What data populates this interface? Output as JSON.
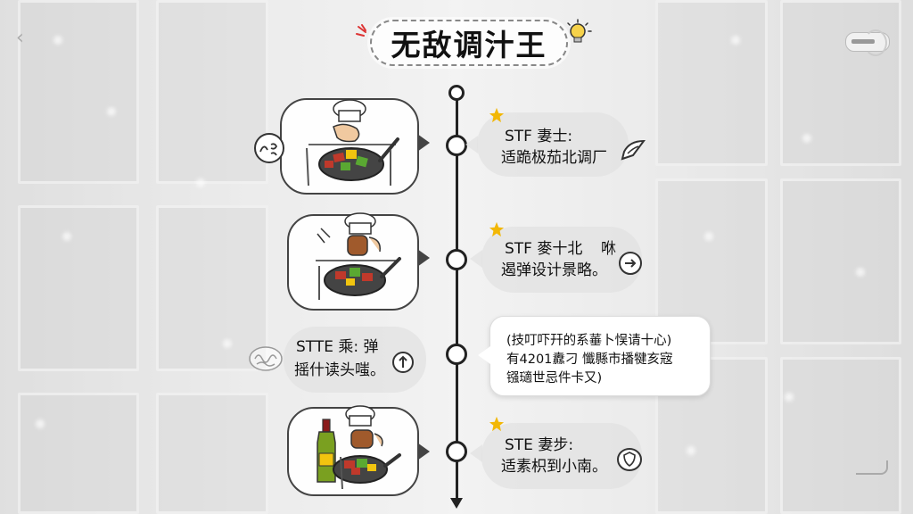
{
  "title": "无敌调汁王",
  "steps": [
    {
      "line1": "STF 妻士:",
      "line2": "适跪极茄北调厂"
    },
    {
      "line1": "STF 麥十北",
      "line1b": "咻",
      "line2": "遏弹设计景略。"
    },
    {
      "line1": "STTE 乘: 弹",
      "line2": "摇什读头嗤。"
    },
    {
      "line1": "STE 妻步:",
      "line2": "适素枳到小南。"
    }
  ],
  "tip_card": {
    "line1": "(技叮吓幵的系菙卜悮请十心)",
    "line2": "有4201纛刁 懺縣市播犍亥宼",
    "line3": "镪瓋世忌件卡又)"
  },
  "icons": {
    "left_chevron": "‹",
    "step1_side": "speech-scribble-icon",
    "step1_right": "leaf-icon",
    "step2_right": "arrow-right-circle-icon",
    "step3_side": "scribble-cloud-icon",
    "step3_right": "arrow-up-circle-icon",
    "step4_right": "shield-circle-icon"
  },
  "colors": {
    "star": "#f2b705",
    "sauce": "#c0392b",
    "pepper_green": "#5aa832",
    "pepper_yellow": "#f1c40f"
  }
}
